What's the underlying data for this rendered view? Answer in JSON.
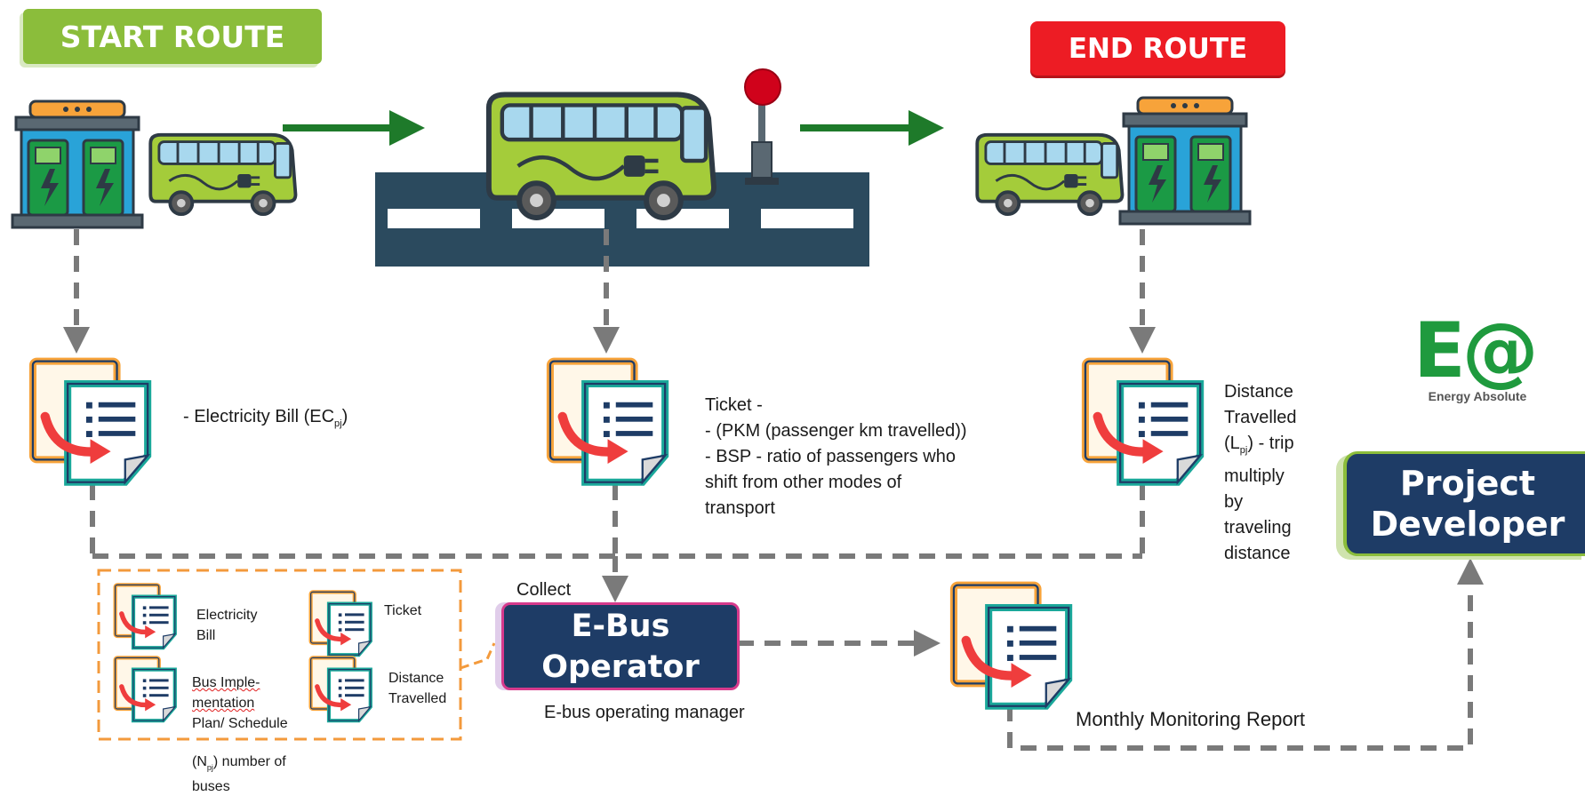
{
  "route": {
    "start_label": "START ROUTE",
    "end_label": "END ROUTE"
  },
  "documents": {
    "electricity_bill": "- Electricity Bill (EC",
    "electricity_bill_sub": "pj",
    "electricity_bill_close": ")",
    "ticket_lines": [
      "Ticket -",
      "- (PKM (passenger km travelled))",
      "- BSP - ratio of passengers who",
      "shift from other modes of",
      "transport"
    ],
    "distance_lines": [
      "Distance",
      "Travelled",
      "(L",
      ") - trip",
      "multiply",
      "by",
      "traveling",
      "distance"
    ],
    "distance_sub": "pj"
  },
  "collect": {
    "label": "Collect",
    "items": {
      "electricity": [
        "Electricity",
        "Bill"
      ],
      "ticket": "Ticket",
      "bus_plan": [
        "Bus Imple-",
        "mentation",
        "Plan/ Schedule"
      ],
      "distance": [
        "Distance",
        "Travelled"
      ]
    },
    "buses_note_prefix": "(N",
    "buses_note_sub": "pj",
    "buses_note_suffix": ") number of",
    "buses_note_line2": "buses"
  },
  "operator": {
    "title_line1": "E-Bus",
    "title_line2": "Operator",
    "subtitle": "E-bus operating manager"
  },
  "report": {
    "label": "Monthly Monitoring Report"
  },
  "developer": {
    "title_line1": "Project",
    "title_line2": "Developer"
  },
  "logo": {
    "mark": "E@",
    "name": "Energy Absolute"
  },
  "colors": {
    "start_green": "#8bbd3b",
    "end_red": "#ed1c24",
    "navy": "#1e3c66",
    "road": "#2b4a5e",
    "arrow_green": "#1e7a2a",
    "dash_gray": "#7a7a7a",
    "collect_border": "#f39a3c",
    "doc_teal": "#1aa89a",
    "doc_orange": "#f7a33a"
  },
  "icons": [
    "charging-station-icon",
    "electric-bus-icon",
    "bus-stop-icon",
    "document-icon"
  ]
}
